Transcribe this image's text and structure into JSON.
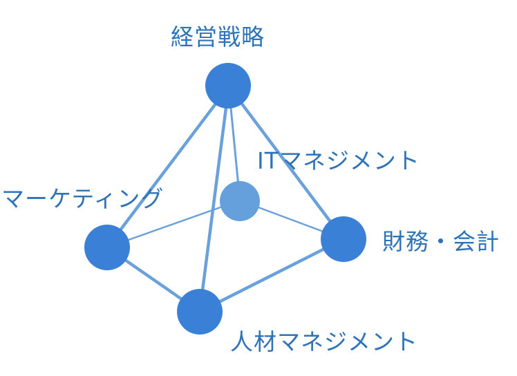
{
  "nodes": {
    "top": "経営戦略",
    "back": "ITマネジメント",
    "left": "マーケティング",
    "right": "財務・会計",
    "bottom": "人材マネジメント"
  },
  "colors": {
    "node": "#3a80d6",
    "back_node": "#66a0dc",
    "line": "#6aa0dc",
    "text": "#2e73b8"
  }
}
